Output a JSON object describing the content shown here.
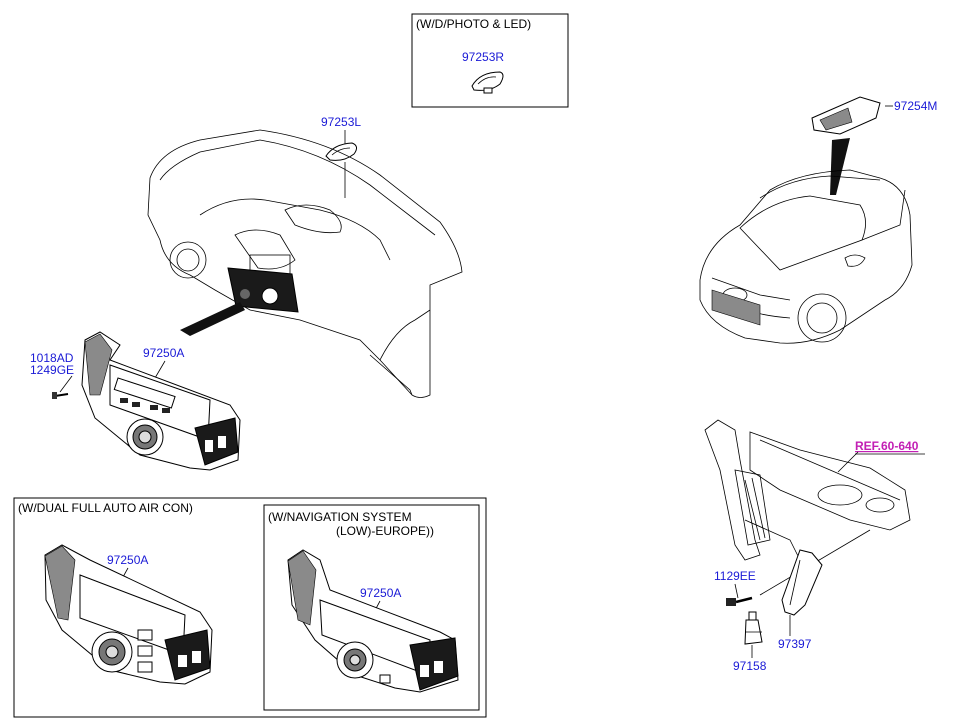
{
  "boxes": {
    "photo_led": "(W/D/PHOTO & LED)",
    "dual_aircon": "(W/DUAL FULL AUTO AIR CON)",
    "navigation_line1": "(W/NAVIGATION SYSTEM",
    "navigation_line2": "(LOW)-EUROPE))"
  },
  "parts": {
    "p97253R": "97253R",
    "p97253L": "97253L",
    "p97254M": "97254M",
    "p1018AD": "1018AD",
    "p1249GE": "1249GE",
    "p97250A_main": "97250A",
    "p97250A_dual": "97250A",
    "p97250A_nav": "97250A",
    "p1129EE": "1129EE",
    "p97397": "97397",
    "p97158": "97158"
  },
  "reference": "REF.60-640",
  "colors": {
    "part_number": "#1a1ad6",
    "reference": "#c21fb4"
  }
}
